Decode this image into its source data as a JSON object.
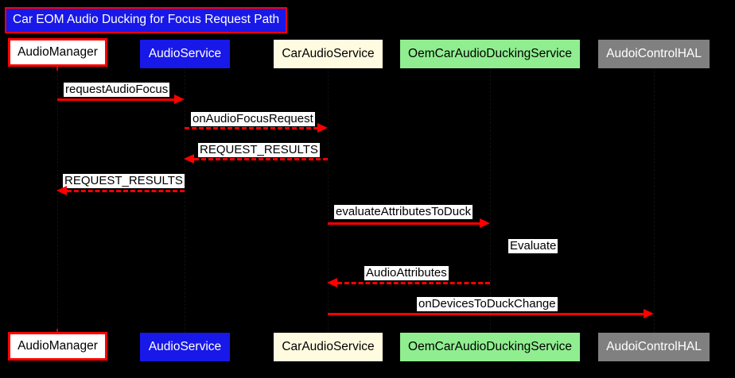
{
  "diagram": {
    "title": "Car EOM Audio Ducking for Focus Request Path",
    "type": "sequence-diagram",
    "background_color": "#000000",
    "accent_color": "#ff0000",
    "participants": [
      {
        "id": "audiomanager",
        "label": "AudioManager",
        "style": "white-red-border",
        "fill": "#ffffff",
        "text_color": "#000000",
        "border_color": "#ff0000"
      },
      {
        "id": "audioservice",
        "label": "AudioService",
        "style": "blue",
        "fill": "#1818e8",
        "text_color": "#ffffff",
        "border_color": "none"
      },
      {
        "id": "caraudioservice",
        "label": "CarAudioService",
        "style": "cream",
        "fill": "#fffbe0",
        "text_color": "#000000",
        "border_color": "none"
      },
      {
        "id": "oemcaraudioduckingservice",
        "label": "OemCarAudioDuckingService",
        "style": "green",
        "fill": "#90ee90",
        "text_color": "#000000",
        "border_color": "none"
      },
      {
        "id": "audoicontrolhal",
        "label": "AudoiControlHAL",
        "style": "gray",
        "fill": "#808080",
        "text_color": "#ffffff",
        "border_color": "none"
      }
    ],
    "messages": [
      {
        "index": 1,
        "label": "requestAudioFocus",
        "from": "audiomanager",
        "to": "audioservice",
        "direction": "right",
        "line": "solid"
      },
      {
        "index": 2,
        "label": "onAudioFocusRequest",
        "from": "audioservice",
        "to": "caraudioservice",
        "direction": "right",
        "line": "dashed"
      },
      {
        "index": 3,
        "label": "REQUEST_RESULTS",
        "from": "caraudioservice",
        "to": "audioservice",
        "direction": "left",
        "line": "dashed"
      },
      {
        "index": 4,
        "label": "REQUEST_RESULTS",
        "from": "audioservice",
        "to": "audiomanager",
        "direction": "left",
        "line": "dashed"
      },
      {
        "index": 5,
        "label": "evaluateAttributesToDuck",
        "from": "caraudioservice",
        "to": "oemcaraudioduckingservice",
        "direction": "right",
        "line": "solid"
      },
      {
        "index": 6,
        "label": "AudioAttributes",
        "from": "oemcaraudioduckingservice",
        "to": "caraudioservice",
        "direction": "left",
        "line": "dashed"
      },
      {
        "index": 7,
        "label": "onDevicesToDuckChange",
        "from": "caraudioservice",
        "to": "audoicontrolhal",
        "direction": "right",
        "line": "solid"
      }
    ],
    "notes": [
      {
        "label": "Evaluate",
        "near": "oemcaraudioduckingservice"
      }
    ]
  }
}
